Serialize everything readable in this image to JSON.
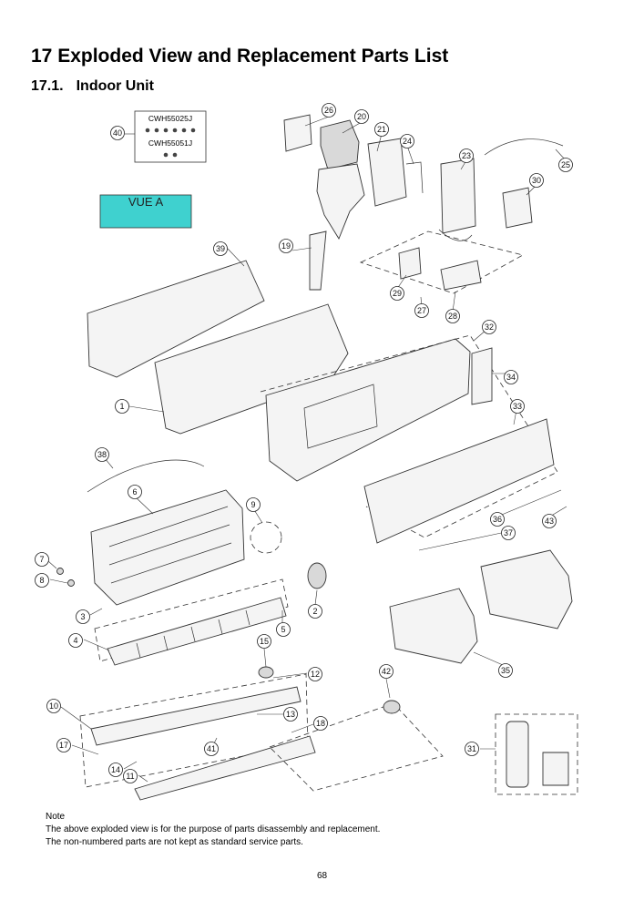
{
  "heading": {
    "title": "17 Exploded View and Replacement Parts List"
  },
  "section": {
    "number": "17.1.",
    "title": "Indoor Unit"
  },
  "screw_box": {
    "label_top": "CWH55025J",
    "label_bottom": "CWH55051J"
  },
  "vue_label": "VUE A",
  "vue_color": "#3fd1cf",
  "callouts": [
    "26",
    "20",
    "21",
    "24",
    "40",
    "23",
    "25",
    "30",
    "19",
    "39",
    "29",
    "27",
    "28",
    "32",
    "34",
    "1",
    "33",
    "38",
    "6",
    "9",
    "36",
    "43",
    "37",
    "7",
    "8",
    "2",
    "3",
    "5",
    "4",
    "15",
    "35",
    "12",
    "42",
    "10",
    "13",
    "18",
    "17",
    "41",
    "31",
    "14",
    "11"
  ],
  "note": {
    "title": "Note",
    "line1": "The above exploded view is for the purpose of parts disassembly and replacement.",
    "line2": "The non-numbered parts are not kept as standard service parts."
  },
  "page_number": "68"
}
